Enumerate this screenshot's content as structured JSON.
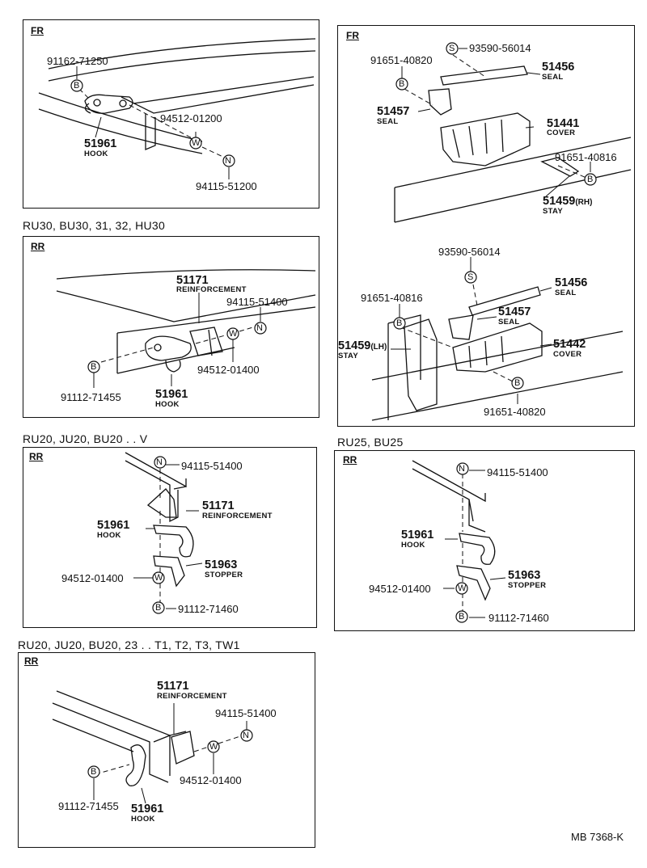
{
  "footer": {
    "ref": "MB 7368-K"
  },
  "fr_left": {
    "tag": "FR",
    "p_bolt": "91162-71250",
    "b": "B",
    "p_washer": "94512-01200",
    "w": "W",
    "hook_num": "51961",
    "hook_name": "HOOK",
    "p_nut": "94115-51200",
    "n": "N"
  },
  "fr_right": {
    "tag": "FR",
    "s1": "S",
    "p_screw1": "93590-56014",
    "p_bolt1": "91651-40820",
    "b1": "B",
    "seal1_num": "51456",
    "seal1_name": "SEAL",
    "seal2_num": "51457",
    "seal2_name": "SEAL",
    "cover1_num": "51441",
    "cover1_name": "COVER",
    "p_bolt2": "91651-40816",
    "b2": "B",
    "stay1_num": "51459",
    "stay1_side": "(RH)",
    "stay1_name": "STAY",
    "s2": "S",
    "p_screw2": "93590-56014",
    "p_bolt3": "91651-40816",
    "b3": "B",
    "seal3_num": "51456",
    "seal3_name": "SEAL",
    "seal4_num": "51457",
    "seal4_name": "SEAL",
    "stay2_num": "51459",
    "stay2_side": "(LH)",
    "stay2_name": "STAY",
    "cover2_num": "51442",
    "cover2_name": "COVER",
    "b4": "B",
    "p_bolt4": "91651-40820"
  },
  "rr1": {
    "caption": "RU30, BU30, 31, 32, HU30",
    "tag": "RR",
    "reinf_num": "51171",
    "reinf_name": "REINFORCEMENT",
    "p_nut": "94115-51400",
    "n": "N",
    "w": "W",
    "p_washer": "94512-01400",
    "b": "B",
    "p_bolt": "91112-71455",
    "hook_num": "51961",
    "hook_name": "HOOK"
  },
  "rr2": {
    "caption": "RU20, JU20, BU20 . . V",
    "tag": "RR",
    "n": "N",
    "p_nut": "94115-51400",
    "reinf_num": "51171",
    "reinf_name": "REINFORCEMENT",
    "hook_num": "51961",
    "hook_name": "HOOK",
    "stop_num": "51963",
    "stop_name": "STOPPER",
    "p_washer": "94512-01400",
    "w": "W",
    "b": "B",
    "p_bolt": "91112-71460"
  },
  "rr3": {
    "caption": "RU25, BU25",
    "tag": "RR",
    "n": "N",
    "p_nut": "94115-51400",
    "hook_num": "51961",
    "hook_name": "HOOK",
    "stop_num": "51963",
    "stop_name": "STOPPER",
    "p_washer": "94512-01400",
    "w": "W",
    "b": "B",
    "p_bolt": "91112-71460"
  },
  "rr4": {
    "caption": "RU20, JU20, BU20, 23 . . T1, T2, T3, TW1",
    "tag": "RR",
    "reinf_num": "51171",
    "reinf_name": "REINFORCEMENT",
    "p_nut": "94115-51400",
    "n": "N",
    "w": "W",
    "b": "B",
    "p_washer": "94512-01400",
    "p_bolt": "91112-71455",
    "hook_num": "51961",
    "hook_name": "HOOK"
  }
}
